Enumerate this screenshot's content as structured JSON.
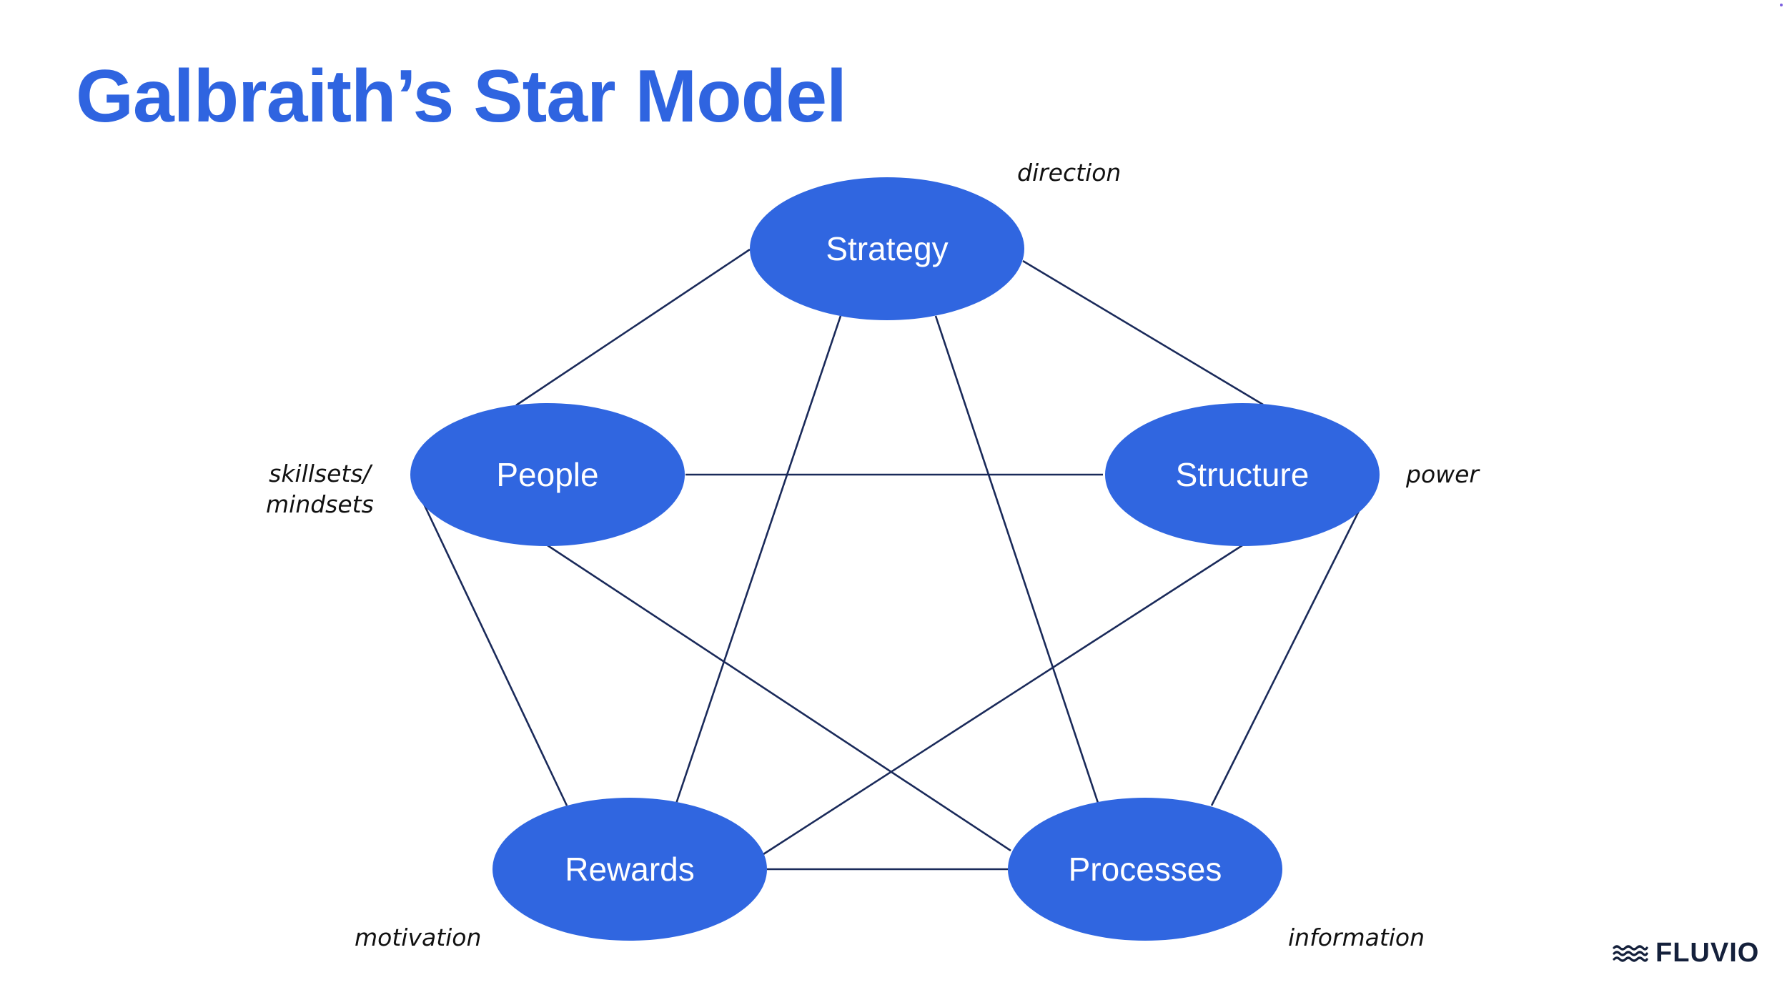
{
  "slide": {
    "title": "Galbraith’s Star Model"
  },
  "colors": {
    "title": "#2f64e0",
    "node_fill": "#3066e0",
    "node_text": "#ffffff",
    "connector": "#1a2a5a",
    "annotation_text": "#111111",
    "logo": "#14203b"
  },
  "diagram": {
    "nodes": [
      {
        "id": "strategy",
        "label": "Strategy"
      },
      {
        "id": "people",
        "label": "People"
      },
      {
        "id": "structure",
        "label": "Structure"
      },
      {
        "id": "rewards",
        "label": "Rewards"
      },
      {
        "id": "processes",
        "label": "Processes"
      }
    ],
    "connections": [
      [
        "strategy",
        "people"
      ],
      [
        "strategy",
        "structure"
      ],
      [
        "strategy",
        "rewards"
      ],
      [
        "strategy",
        "processes"
      ],
      [
        "people",
        "structure"
      ],
      [
        "people",
        "rewards"
      ],
      [
        "people",
        "processes"
      ],
      [
        "structure",
        "rewards"
      ],
      [
        "structure",
        "processes"
      ],
      [
        "rewards",
        "processes"
      ]
    ],
    "annotations": {
      "strategy": "direction",
      "people_line1": "skillsets/",
      "people_line2": "mindsets",
      "structure": "power",
      "rewards": "motivation",
      "processes": "information"
    }
  },
  "logo": {
    "icon": "waves-icon",
    "text": "FLUVIO"
  }
}
